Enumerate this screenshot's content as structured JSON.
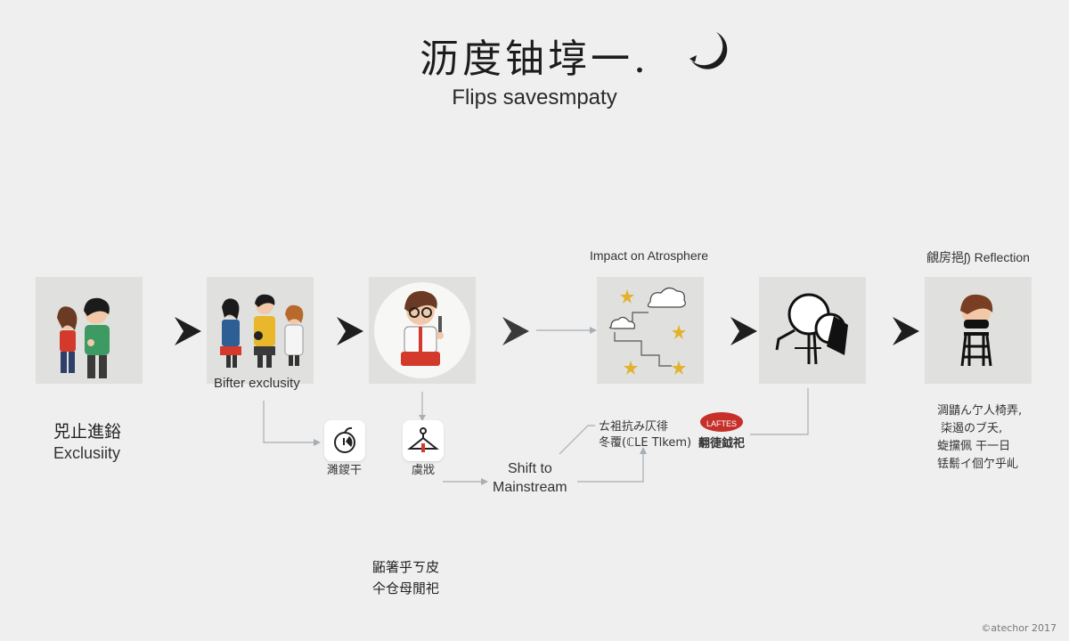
{
  "header": {
    "title": "沥度铀埻一.",
    "subtitle": "Flips savesmpaty"
  },
  "diagram": {
    "stage_labels": {
      "bifter": "Bifter exclusity",
      "impact": "Impact on Atrosphere",
      "reflection": "覦房挹ʃ) Reflection",
      "shift_line1": "Shift to",
      "shift_line2": "Mainstream"
    },
    "left_caption": {
      "line1": "兕止進鋊",
      "line2": "Exclusiity"
    },
    "icon_captions": {
      "icon1": "濉鑁干",
      "icon2": "虞戕"
    },
    "bottom_caption": {
      "line1": "鼫箸乎ㄎ皮",
      "line2": "仐仓母閒祀"
    },
    "mid_note": {
      "line1": "ㄊ袓抗み仄徘",
      "line2": "冬覆(ℂLE Tlkem)"
    },
    "badge": {
      "text": "LAFTES",
      "caption": "翿徢鉞祀",
      "color": "#c7302a"
    },
    "right_note": {
      "line1": "淍鼱ん亇人椅弄,",
      "line2": "柒遏のブ夭,",
      "line3": "蜁攩佩 干一日",
      "line4": "铥鬋イ佪亇乎乢"
    }
  },
  "footer": {
    "credit": "©atechor 2017"
  },
  "colors": {
    "background": "#eeefee",
    "card": "#e0e0de",
    "chevron": "#1e1e1e",
    "connector": "#a9aeb4"
  }
}
